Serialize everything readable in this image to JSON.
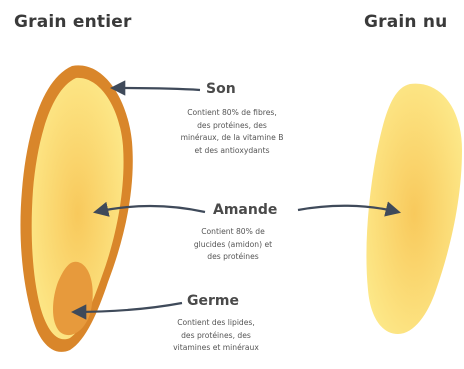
{
  "titles": {
    "left": "Grain entier",
    "right": "Grain nu"
  },
  "parts": {
    "son": {
      "label": "Son",
      "description": [
        "Contient 80% de fibres,",
        "des protéines, des",
        "minéraux, de la vitamine B",
        "et des antioxydants"
      ]
    },
    "amande": {
      "label": "Amande",
      "description": [
        "Contient 80% de",
        "glucides (amidon) et",
        "des protéines"
      ]
    },
    "germe": {
      "label": "Germe",
      "description": [
        "Contient des lipides,",
        "des protéines, des",
        "vitamines et minéraux"
      ]
    }
  },
  "colors": {
    "bran": "#d9862a",
    "bran_dark": "#c9741d",
    "endosperm_light": "#fde98a",
    "endosperm_center": "#f8c95c",
    "germ": "#e79a3c",
    "arrow": "#3f4a5a",
    "text": "#4a4a4a"
  }
}
